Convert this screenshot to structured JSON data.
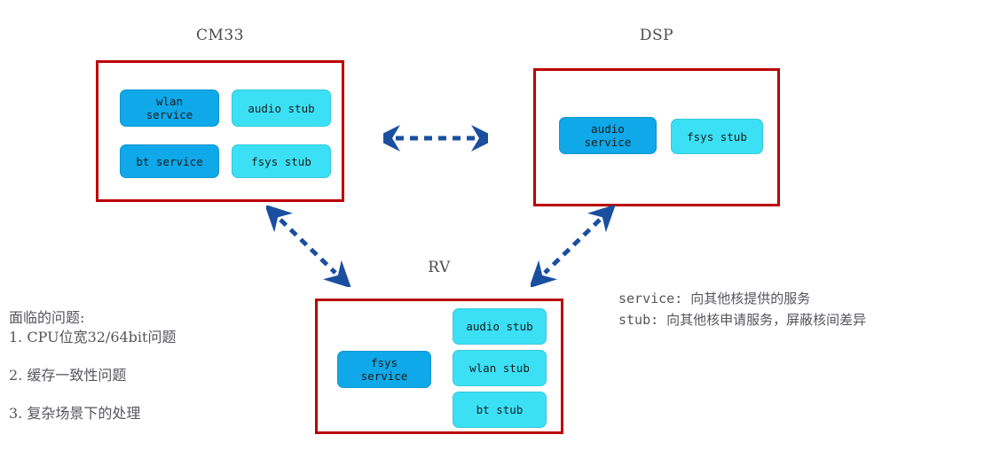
{
  "diagram": {
    "title_font_color": "#4b4b50",
    "colors": {
      "container_border": "#bb0000",
      "service_fill": "#0fa8e8",
      "stub_fill": "#3ce0f5",
      "arrow": "#1a4fa0",
      "text": "#55555b"
    },
    "groups": [
      {
        "id": "cm33",
        "title": "CM33",
        "nodes": [
          {
            "label": "wlan\nservice",
            "kind": "service"
          },
          {
            "label": "audio stub",
            "kind": "stub"
          },
          {
            "label": "bt service",
            "kind": "service"
          },
          {
            "label": "fsys stub",
            "kind": "stub"
          }
        ]
      },
      {
        "id": "dsp",
        "title": "DSP",
        "nodes": [
          {
            "label": "audio\nservice",
            "kind": "service"
          },
          {
            "label": "fsys stub",
            "kind": "stub"
          }
        ]
      },
      {
        "id": "rv",
        "title": "RV",
        "nodes": [
          {
            "label": "fsys\nservice",
            "kind": "service"
          },
          {
            "label": "audio stub",
            "kind": "stub"
          },
          {
            "label": "wlan stub",
            "kind": "stub"
          },
          {
            "label": "bt stub",
            "kind": "stub"
          }
        ]
      }
    ],
    "connections": [
      {
        "id": "cm33-dsp",
        "style": "dashed",
        "heads": "both"
      },
      {
        "id": "cm33-rv",
        "style": "dashed",
        "heads": "both"
      },
      {
        "id": "dsp-rv",
        "style": "dashed",
        "heads": "both"
      }
    ]
  },
  "problems": {
    "heading": "面临的问题:",
    "items": [
      "1.  CPU位宽32/64bit问题",
      "2.  缓存一致性问题",
      "3.  复杂场景下的处理"
    ]
  },
  "legend": {
    "service": "service: 向其他核提供的服务",
    "stub": "stub: 向其他核申请服务，屏蔽核间差异"
  }
}
